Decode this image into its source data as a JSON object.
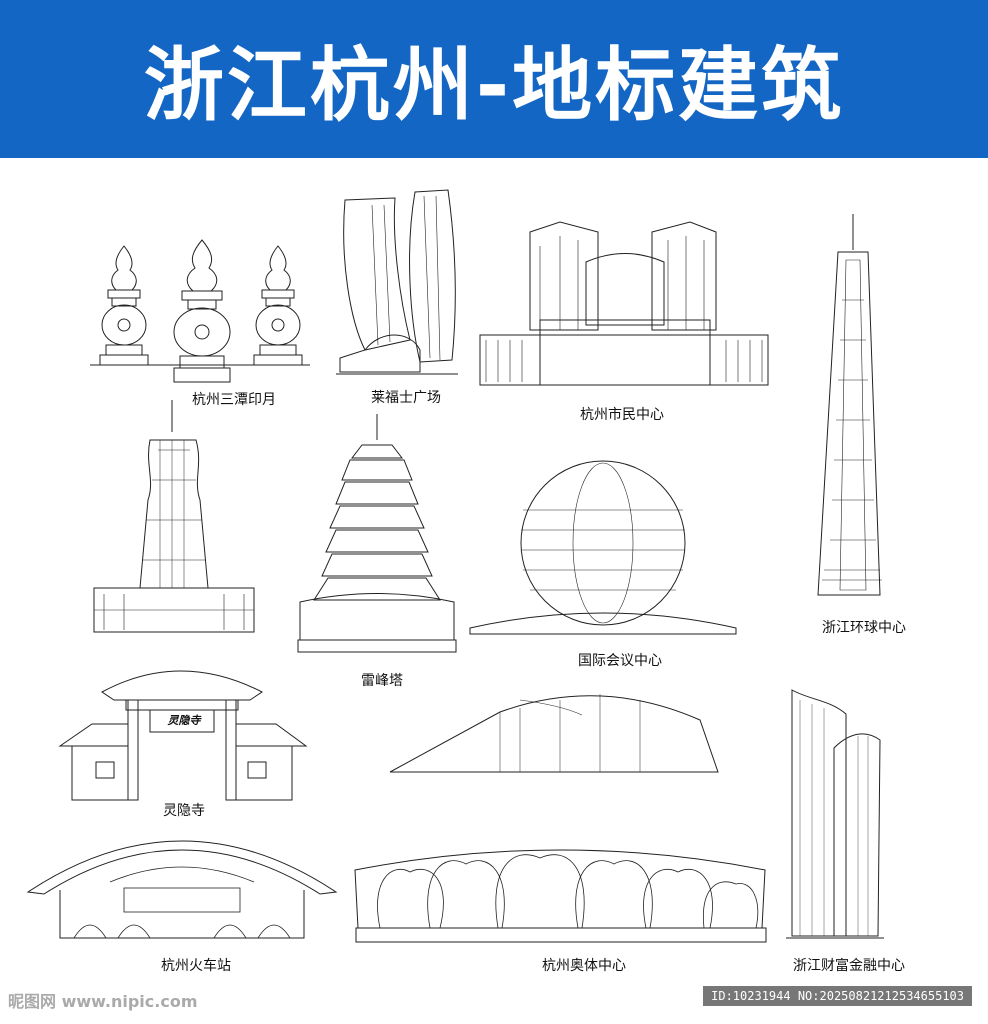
{
  "title": "浙江杭州-地标建筑",
  "landmarks": [
    {
      "label": "杭州三潭印月"
    },
    {
      "label": "莱福士广场"
    },
    {
      "label": "杭州市民中心"
    },
    {
      "label": "浙江环球中心"
    },
    {
      "label": "雷峰塔"
    },
    {
      "label": "国际会议中心"
    },
    {
      "label": "灵隐寺"
    },
    {
      "label": "杭州火车站"
    },
    {
      "label": "杭州奥体中心"
    },
    {
      "label": "浙江财富金融中心"
    }
  ],
  "gate_plaque": "灵隐寺",
  "watermark": "昵图网 www.nipic.com",
  "image_id": "ID:10231944 NO:20250821212534655103",
  "colors": {
    "banner": "#1466c4",
    "line": "#222222"
  }
}
